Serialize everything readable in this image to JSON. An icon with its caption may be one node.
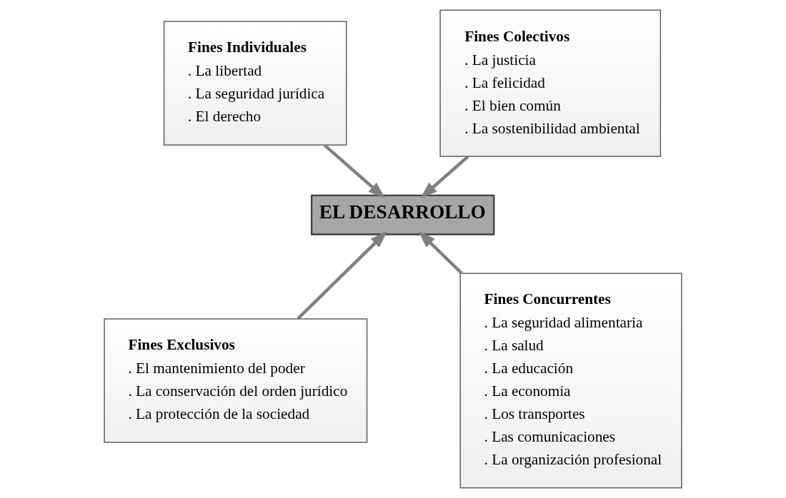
{
  "diagram": {
    "nodes": [
      {
        "text": [
          "Fines Individuales",
          ". La libertad",
          ". La seguridad jurídica",
          ". El derecho"
        ]
      },
      {
        "text": [
          "Fines Colectivos",
          ". La justicia",
          ". La felicidad",
          ". El bien común",
          ". La sostenibilidad ambiental"
        ]
      },
      {
        "text": [
          "EL DESARROLLO"
        ]
      },
      {
        "text": [
          "Fines Exclusivos",
          ". El mantenimiento del poder",
          ". La conservación del orden jurídico",
          ". La protección de la sociedad"
        ]
      },
      {
        "text": [
          "Fines Concurrentes",
          ". La seguridad alimentaria",
          ". La salud",
          ". La educación",
          ". La economía",
          ". Los transportes",
          ". Las comunicaciones",
          ". La organización profesional"
        ]
      }
    ],
    "edges": [
      {
        "from": 0,
        "to": 2,
        "arrow": "to"
      },
      {
        "from": 1,
        "to": 2,
        "arrow": "to"
      },
      {
        "from": 3,
        "to": 2,
        "arrow": "to"
      },
      {
        "from": 4,
        "to": 2,
        "arrow": "to"
      }
    ]
  }
}
